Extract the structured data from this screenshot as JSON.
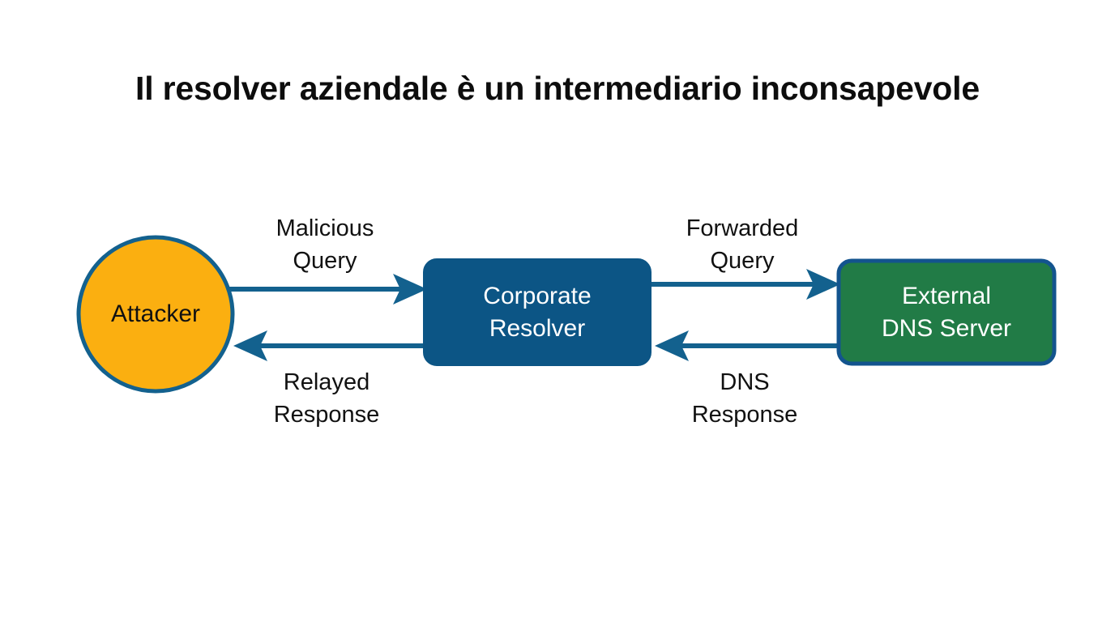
{
  "title": "Il resolver aziendale è un intermediario inconsapevole",
  "diagram": {
    "type": "flow-diagram",
    "background_color": "#ffffff",
    "nodes": [
      {
        "id": "attacker",
        "shape": "circle",
        "label": "Attacker",
        "fill_color": "#FBAF10",
        "stroke_color": "#13618E",
        "text_color": "#111111"
      },
      {
        "id": "corporate-resolver",
        "shape": "rounded-rect",
        "label_line1": "Corporate",
        "label_line2": "Resolver",
        "fill_color": "#0C5585",
        "stroke_color": "#0C5585",
        "text_color": "#ffffff"
      },
      {
        "id": "external-dns-server",
        "shape": "rounded-rect",
        "label_line1": "External",
        "label_line2": "DNS Server",
        "fill_color": "#217B46",
        "stroke_color": "#13548E",
        "text_color": "#ffffff"
      }
    ],
    "edges": [
      {
        "id": "malicious-query",
        "from": "attacker",
        "to": "corporate-resolver",
        "direction": "right",
        "label": "Malicious\nQuery",
        "color": "#13618E"
      },
      {
        "id": "relayed-response",
        "from": "corporate-resolver",
        "to": "attacker",
        "direction": "left",
        "label": "Relayed\nResponse",
        "color": "#13618E"
      },
      {
        "id": "forwarded-query",
        "from": "corporate-resolver",
        "to": "external-dns-server",
        "direction": "right",
        "label": "Forwarded\nQuery",
        "color": "#13618E"
      },
      {
        "id": "dns-response",
        "from": "external-dns-server",
        "to": "corporate-resolver",
        "direction": "left",
        "label": "DNS\nResponse",
        "color": "#13618E"
      }
    ]
  }
}
